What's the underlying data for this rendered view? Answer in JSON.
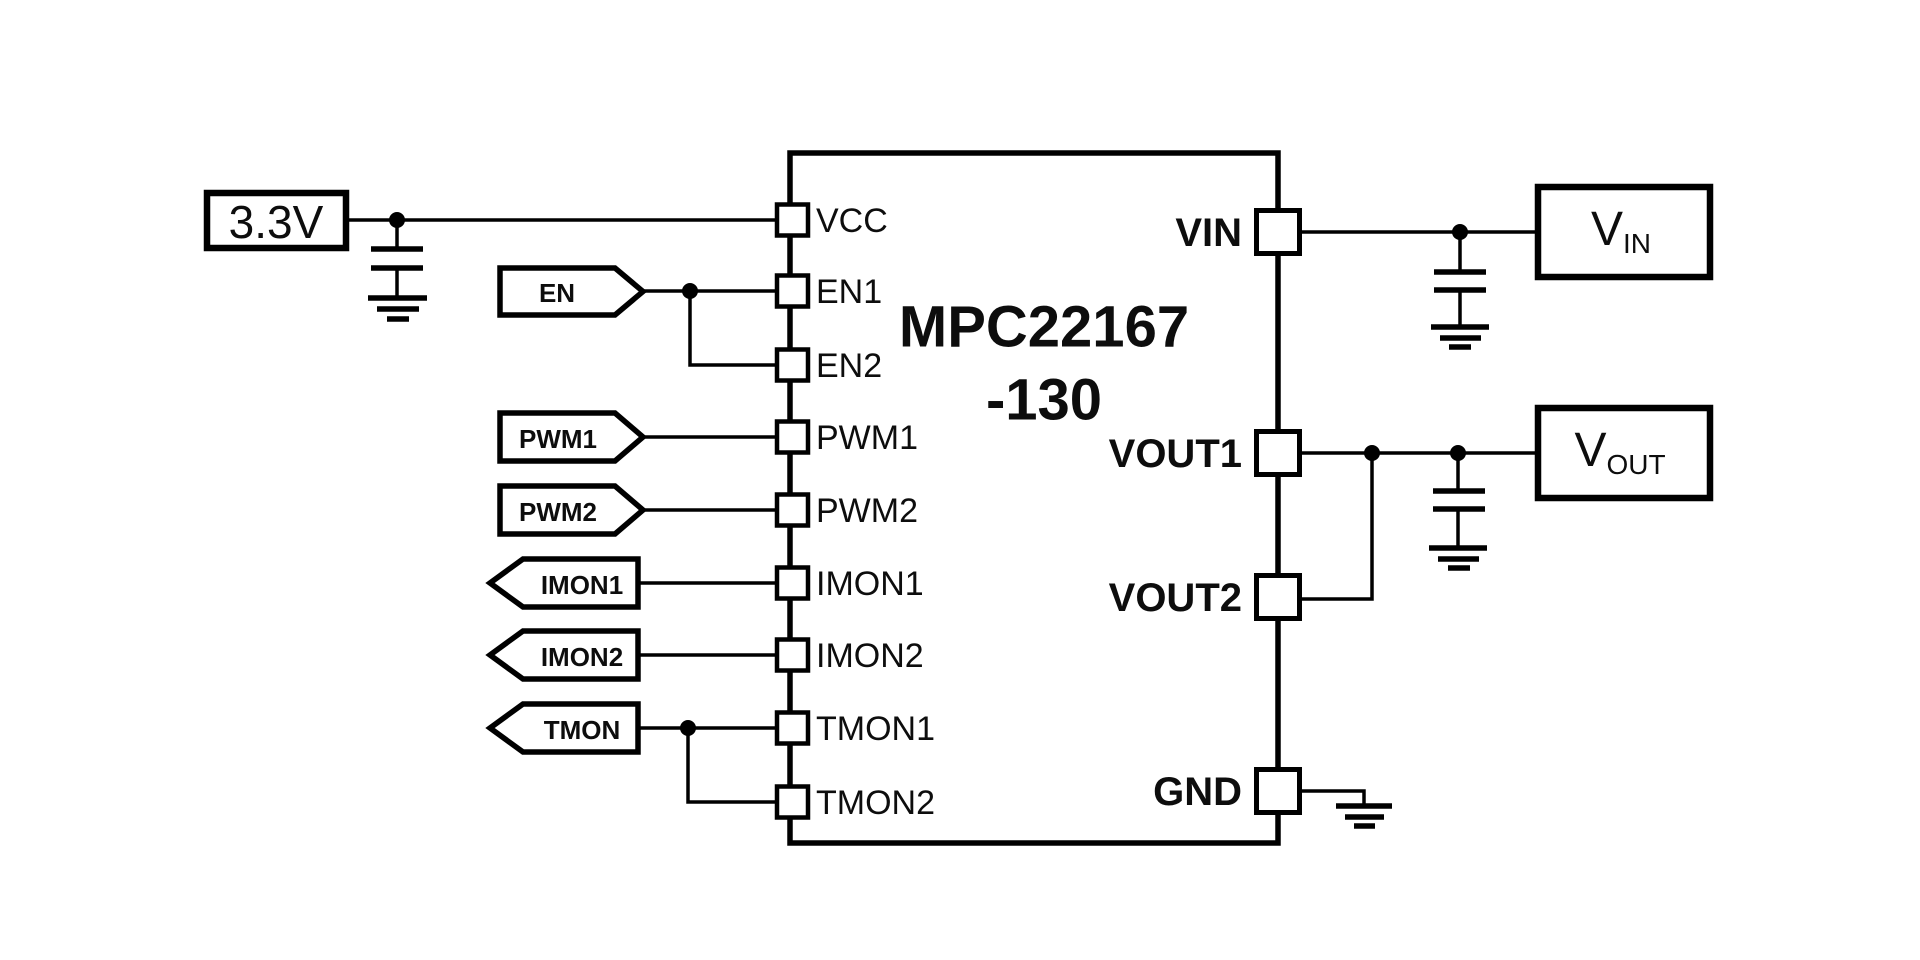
{
  "colors": {
    "ink": "#000000",
    "background": "#ffffff",
    "label_ink": "#0d0d0d"
  },
  "ic": {
    "name_line1": "MPC22167",
    "name_line2": "-130",
    "left_pins": [
      {
        "label": "VCC"
      },
      {
        "label": "EN1"
      },
      {
        "label": "EN2"
      },
      {
        "label": "PWM1"
      },
      {
        "label": "PWM2"
      },
      {
        "label": "IMON1"
      },
      {
        "label": "IMON2"
      },
      {
        "label": "TMON1"
      },
      {
        "label": "TMON2"
      }
    ],
    "right_pins": [
      {
        "label": "VIN"
      },
      {
        "label": "VOUT1"
      },
      {
        "label": "VOUT2"
      },
      {
        "label": "GND"
      }
    ]
  },
  "flags": [
    {
      "label": "EN",
      "direction": "right"
    },
    {
      "label": "PWM1",
      "direction": "right"
    },
    {
      "label": "PWM2",
      "direction": "right"
    },
    {
      "label": "IMON1",
      "direction": "left"
    },
    {
      "label": "IMON2",
      "direction": "left"
    },
    {
      "label": "TMON",
      "direction": "left"
    }
  ],
  "supplies": [
    {
      "label": "3.3V"
    },
    {
      "label": "V",
      "subscript": "IN"
    },
    {
      "label": "V",
      "subscript": "OUT"
    }
  ]
}
